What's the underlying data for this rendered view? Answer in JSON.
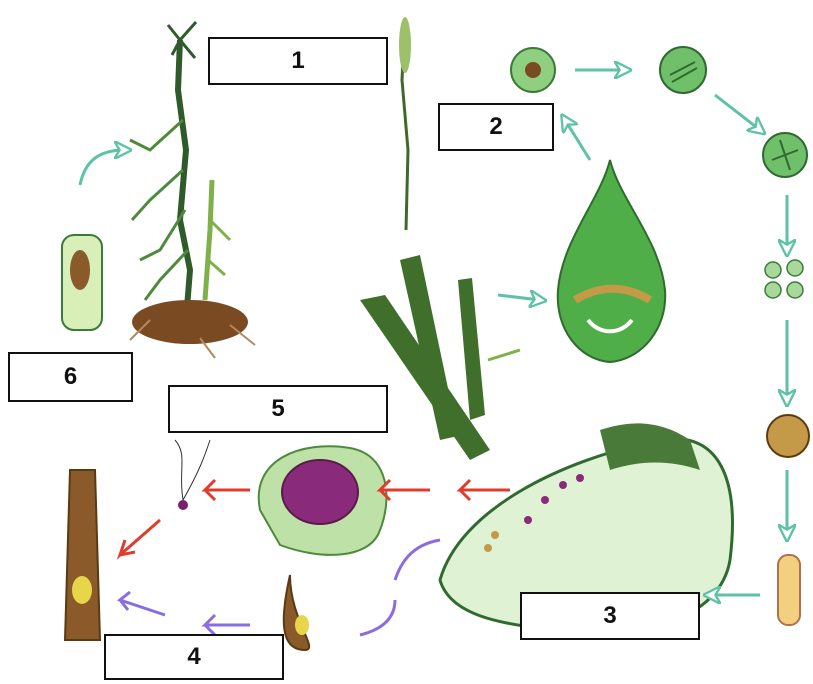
{
  "diagram": {
    "labels": [
      {
        "id": "1",
        "text": "1"
      },
      {
        "id": "2",
        "text": "2"
      },
      {
        "id": "3",
        "text": "3"
      },
      {
        "id": "4",
        "text": "4"
      },
      {
        "id": "5",
        "text": "5"
      },
      {
        "id": "6",
        "text": "6"
      }
    ]
  },
  "colors": {
    "plant_dark": "#2f5a2a",
    "plant_mid": "#4d8a3c",
    "plant_light": "#a7d08a",
    "spore_green": "#6fbf6b",
    "soil": "#7a4a22",
    "archegonium": "#8a5a2a",
    "sperm_purple": "#7a1f6a",
    "arrow_teal": "#5ec2a6",
    "arrow_red": "#e23b2e",
    "arrow_purple": "#8a6de0"
  }
}
